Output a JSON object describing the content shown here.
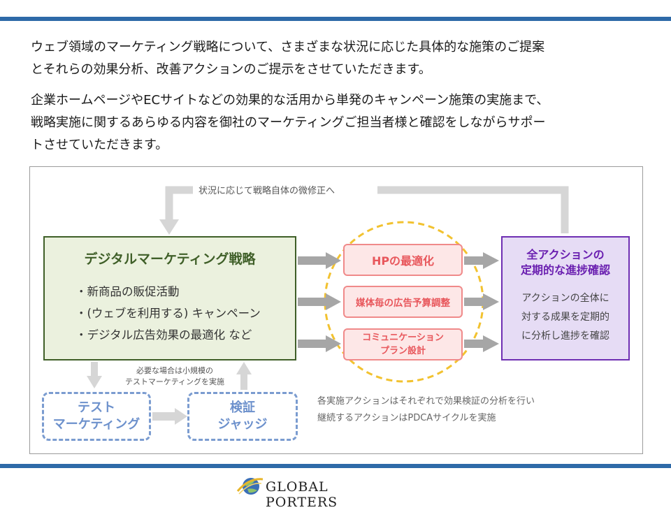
{
  "intro": {
    "paragraph1_line1": "ウェブ領域のマーケティング戦略について、さまざまな状況に応じた具体的な施策のご提案",
    "paragraph1_line2": "とそれらの効果分析、改善アクションのご提示をさせていただきます。",
    "paragraph2_line1": "企業ホームページやECサイトなどの効果的な活用から単発のキャンペーン施策の実施まで、",
    "paragraph2_line2": "戦略実施に関するあらゆる内容を御社のマーケティングご担当者様と確認をしながらサポー",
    "paragraph2_line3": "トさせていただきます。"
  },
  "diagram": {
    "loop_label": "状況に応じて戦略自体の微修正へ",
    "strategy": {
      "title": "デジタルマーケティング戦略",
      "items": [
        "・新商品の販促活動",
        "・(ウェブを利用する) キャンペーン",
        "・デジタル広告効果の最適化 など"
      ]
    },
    "actions": {
      "hp": "HPの最適化",
      "media": "媒体毎の広告予算調整",
      "comm_line1": "コミュニケーション",
      "comm_line2": "プラン設計"
    },
    "confirm": {
      "title_line1": "全アクションの",
      "title_line2": "定期的な進捗確認",
      "body_line1": "アクションの全体に",
      "body_line2": "対する成果を定期的",
      "body_line3": "に分析し進捗を確認"
    },
    "test_note_line1": "必要な場合は小規模の",
    "test_note_line2": "テストマーケティングを実施",
    "test": {
      "line1": "テスト",
      "line2": "マーケティング"
    },
    "judge": {
      "line1": "検証",
      "line2": "ジャッジ"
    },
    "pdca_line1": "各実施アクションはそれぞれで効果検証の分析を行い",
    "pdca_line2": "継続するアクションはPDCAサイクルを実施"
  },
  "footer": {
    "logo_text": "GLOBAL PORTERS"
  },
  "colors": {
    "rule": "#2e6aa8",
    "strategy_border": "#3f5f28",
    "strategy_fill": "#ebf1de",
    "action_border": "#f08a8a",
    "action_text": "#e8575c",
    "confirm_border": "#6f2fb3",
    "confirm_fill": "#e6dcf5",
    "dashed": "#7b9cd0",
    "arrow": "#a6a6a6",
    "circle": "#f2c230"
  }
}
